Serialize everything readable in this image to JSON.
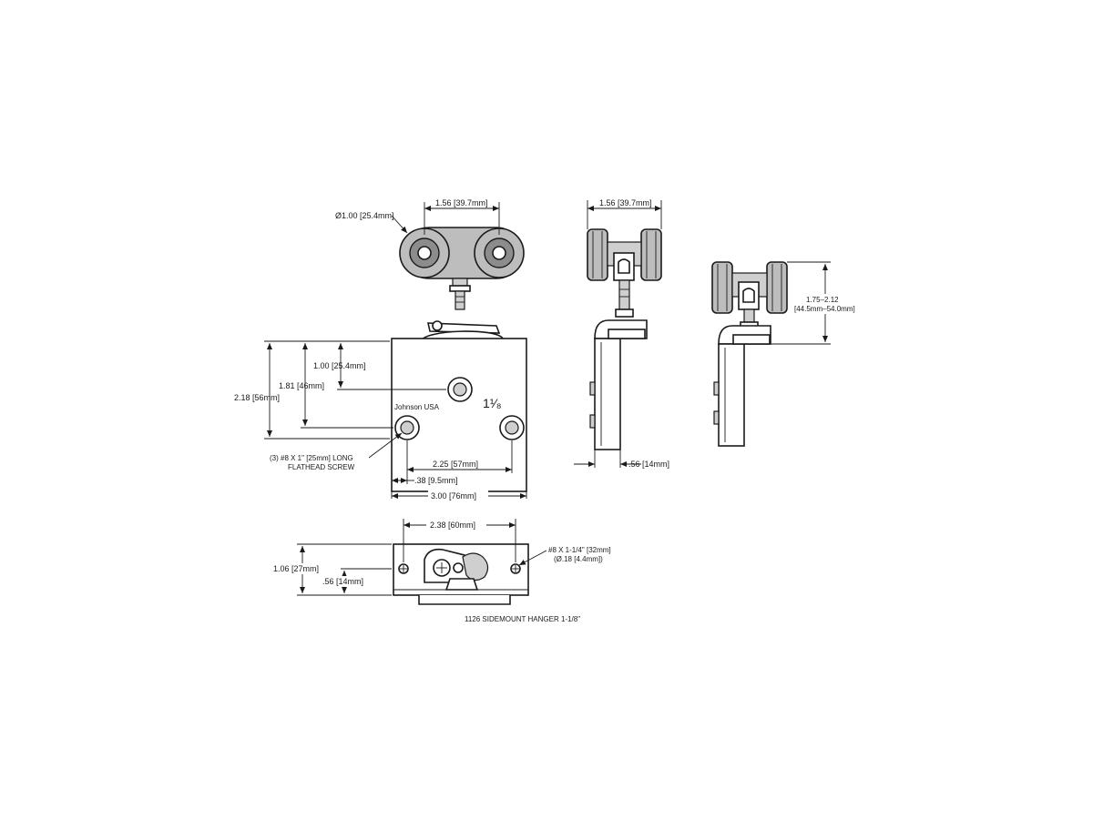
{
  "front_view": {
    "wheel_diameter": "Ø1.00 [25.4mm]",
    "wheel_spacing": "1.56 [39.7mm]",
    "dim_center_hole": "1.00  [25.4mm]",
    "dim_screw_line": "1.81  [46mm]",
    "dim_plate_height": "2.18  [56mm]",
    "screw_note_line1": "(3) #8 X 1\" [25mm] LONG",
    "screw_note_line2": "FLATHEAD SCREW",
    "dim_hole_spacing": "2.25  [57mm]",
    "dim_hole_offset": ".38  [9.5mm]",
    "dim_plate_width": "3.00  [76mm]",
    "brand": "Johnson  USA",
    "size_mark": "1¹⁄₈"
  },
  "side_view": {
    "wheel_spacing": "1.56 [39.7mm]",
    "dim_flange": ".56  [14mm]"
  },
  "side_view_2": {
    "height_range_line1": "1.75–2.12",
    "height_range_line2": "[44.5mm–54.0mm]"
  },
  "top_view": {
    "dim_hole_spacing": "2.38  [60mm]",
    "dim_depth": "1.06  [27mm]",
    "dim_flange": ".56  [14mm]",
    "screw_note_line1": "#8 X 1-1/4\" [32mm]",
    "screw_note_line2": "(Ø.18 [4.4mm])"
  },
  "caption": "1126 SIDEMOUNT HANGER 1-1/8\""
}
